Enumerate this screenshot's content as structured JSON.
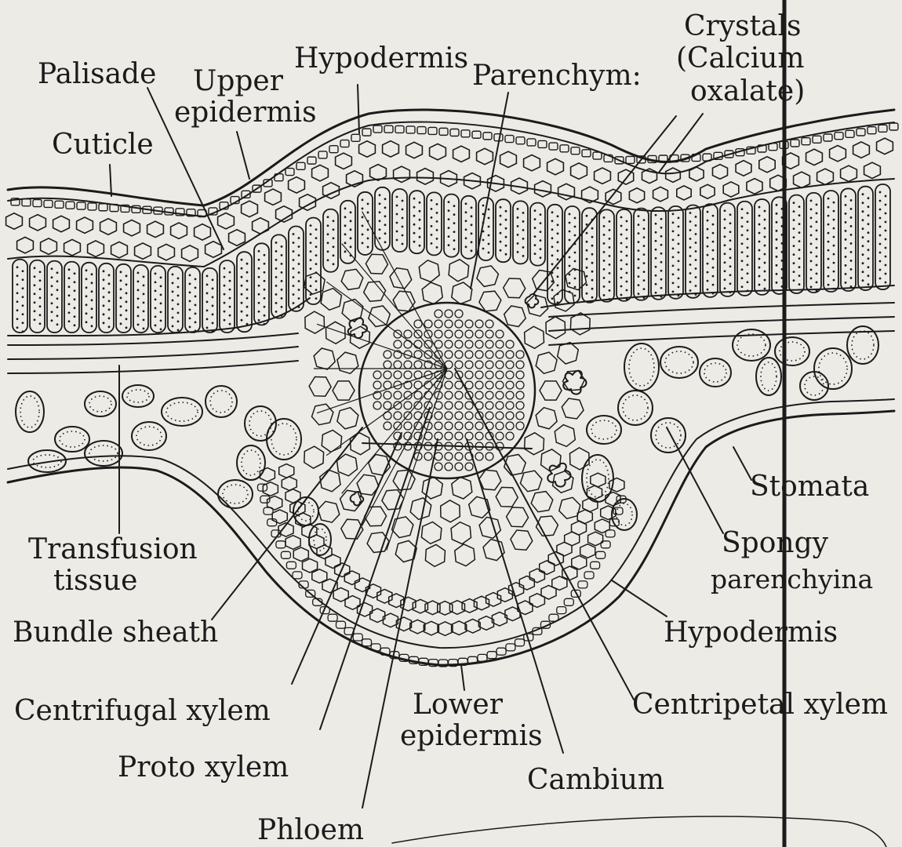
{
  "labels": {
    "palisade": "Palisade",
    "upper_epidermis_1": "Upper",
    "upper_epidermis_2": "epidermis",
    "hypodermis_top": "Hypodermis",
    "parenchyma": "Parenchym:",
    "crystals_1": "Crystals",
    "crystals_2": "(Calcium",
    "crystals_3": "oxalate)",
    "cuticle": "Cuticle",
    "transfusion_1": "Transfusion",
    "transfusion_2": "tissue",
    "bundle_sheath": "Bundle sheath",
    "centrifugal_xylem": "Centrifugal xylem",
    "proto_xylem": "Proto xylem",
    "phloem": "Phloem",
    "lower_epidermis_1": "Lower",
    "lower_epidermis_2": "epidermis",
    "cambium": "Cambium",
    "stomata": "Stomata",
    "spongy_1": "Spongy",
    "spongy_2": "parenchyina",
    "hypodermis_bottom": "Hypodermis",
    "centripetal_xylem": "Centripetal xylem"
  },
  "colors": {
    "ink": "#1b1b1b",
    "paper": "#ecebe6"
  }
}
